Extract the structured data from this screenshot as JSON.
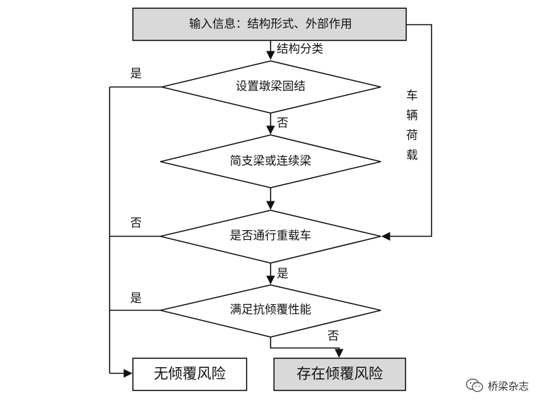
{
  "nodes": {
    "input": "输入信息：结构形式、外部作用",
    "classify": "结构分类",
    "pier_fixed": "设置墩梁固结",
    "span_type": "简支梁或连续梁",
    "heavy_traffic": "是否通行重载车",
    "anti_overturn": "满足抗倾覆性能",
    "no_risk": "无倾覆风险",
    "has_risk": "存在倾覆风险"
  },
  "edges": {
    "pier_fixed_yes": "是",
    "pier_fixed_no": "否",
    "heavy_no": "否",
    "heavy_yes": "是",
    "anti_yes": "是",
    "anti_no": "否",
    "vehicle_load": "车辆荷载"
  },
  "watermark": "桥梁杂志",
  "colors": {
    "line": "#111111",
    "box_fill_gray": "#d9d9d9",
    "box_fill_white": "#ffffff"
  }
}
